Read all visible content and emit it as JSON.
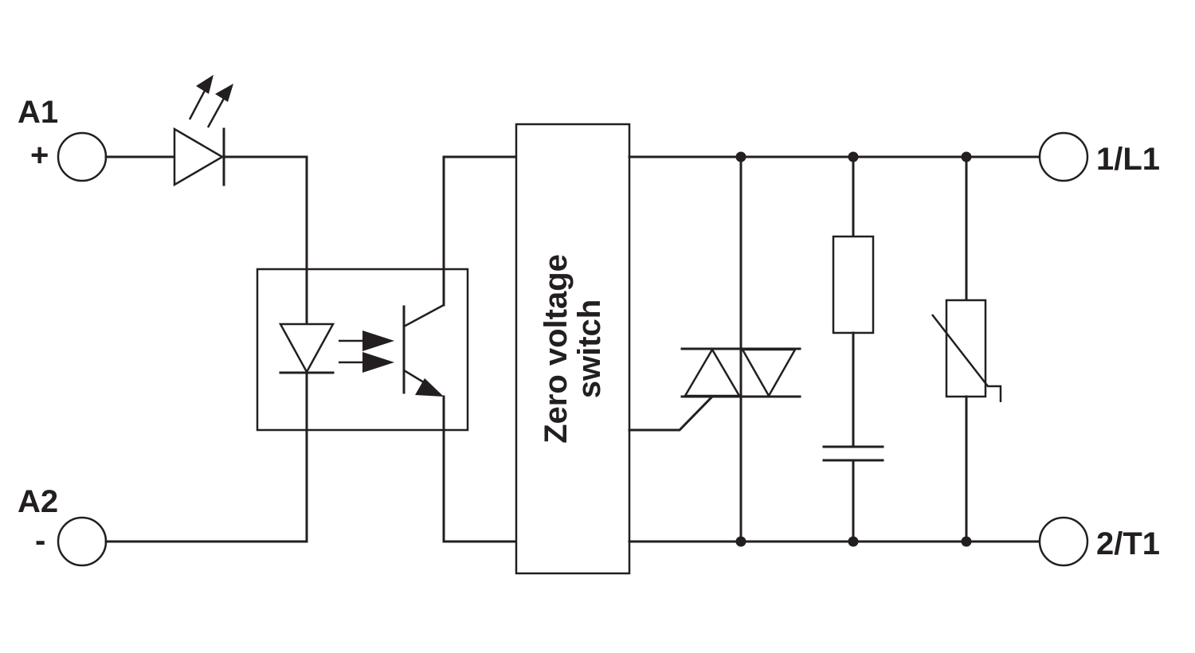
{
  "terminals": {
    "a1": {
      "label": "A1",
      "sign": "+"
    },
    "a2": {
      "label": "A2",
      "sign": "-"
    },
    "l1": {
      "label": "1/L1"
    },
    "t1": {
      "label": "2/T1"
    }
  },
  "zero_switch": {
    "line1": "Zero voltage",
    "line2": "switch"
  },
  "components": [
    "status-led-icon",
    "optocoupler-icon",
    "triac-icon",
    "resistor-icon",
    "capacitor-icon",
    "varistor-icon"
  ]
}
